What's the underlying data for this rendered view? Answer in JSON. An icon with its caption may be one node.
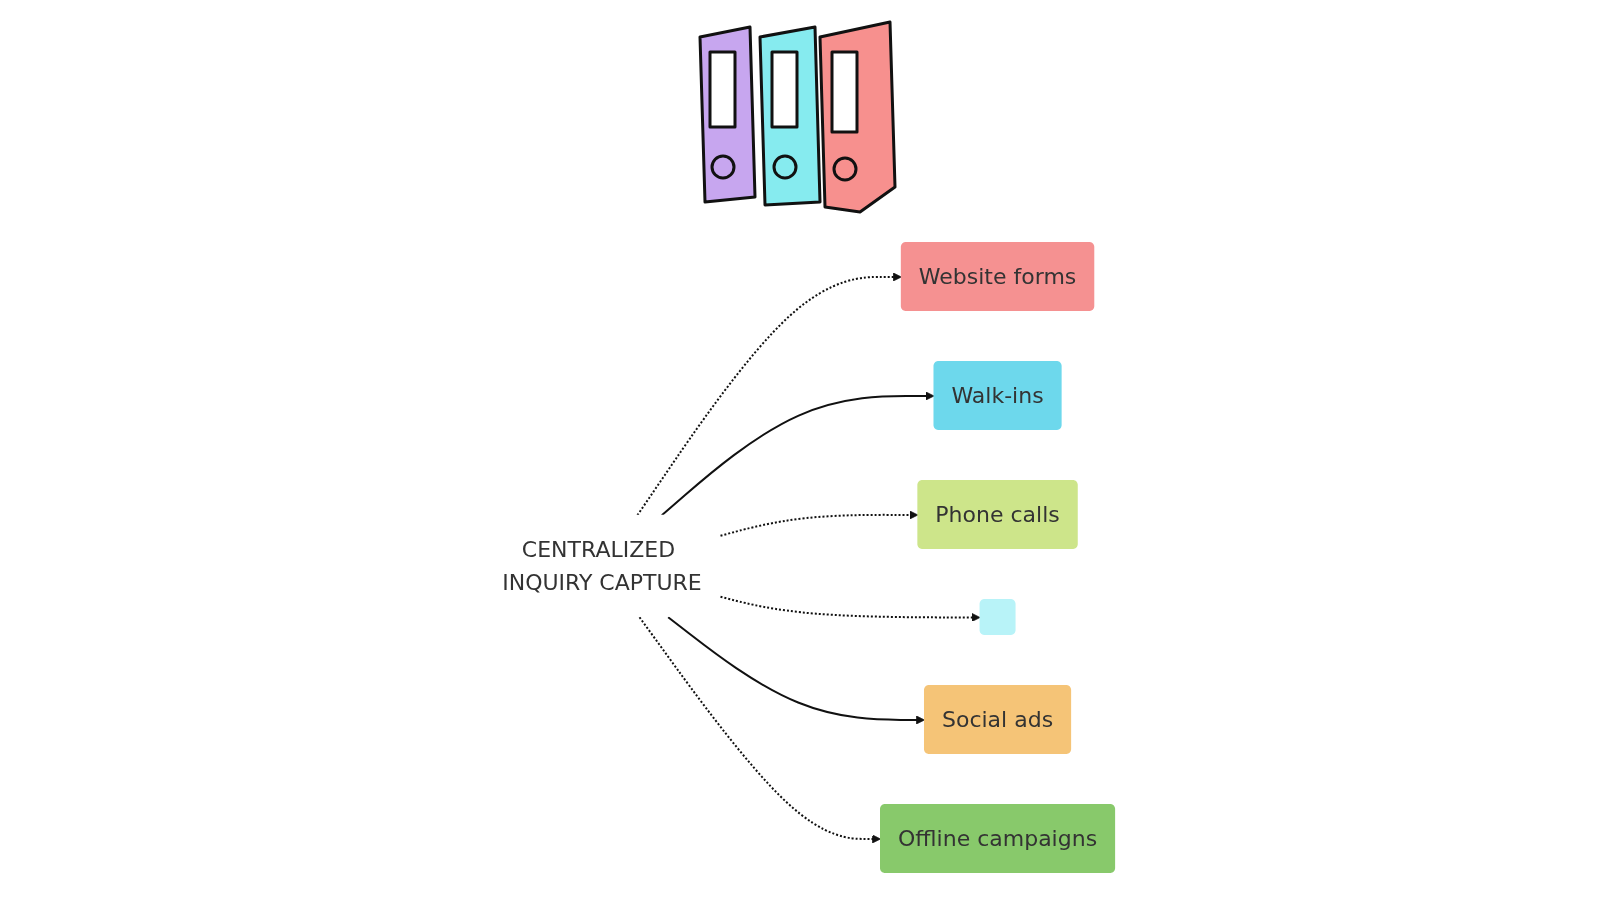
{
  "diagram": {
    "nodes": [
      {
        "text": [
          "CENTRALIZED INQUIRY CAPTURE"
        ]
      },
      {
        "text": [
          "Website forms"
        ]
      },
      {
        "text": [
          "Walk-ins"
        ]
      },
      {
        "text": [
          "Phone calls"
        ]
      },
      {
        "text": [],
        "shape": "box"
      },
      {
        "text": [
          "Social ads"
        ]
      },
      {
        "text": [
          "Offline campaigns"
        ]
      }
    ],
    "edges": [
      {
        "from": 0,
        "to": 1,
        "arrow": "to",
        "style": "dashed"
      },
      {
        "from": 0,
        "to": 2,
        "arrow": "to"
      },
      {
        "from": 0,
        "to": 3,
        "arrow": "to",
        "style": "dashed"
      },
      {
        "from": 0,
        "to": 4,
        "arrow": "to",
        "style": "dashed"
      },
      {
        "from": 0,
        "to": 5,
        "arrow": "to"
      },
      {
        "from": 0,
        "to": 6,
        "arrow": "to",
        "style": "dashed"
      }
    ]
  }
}
